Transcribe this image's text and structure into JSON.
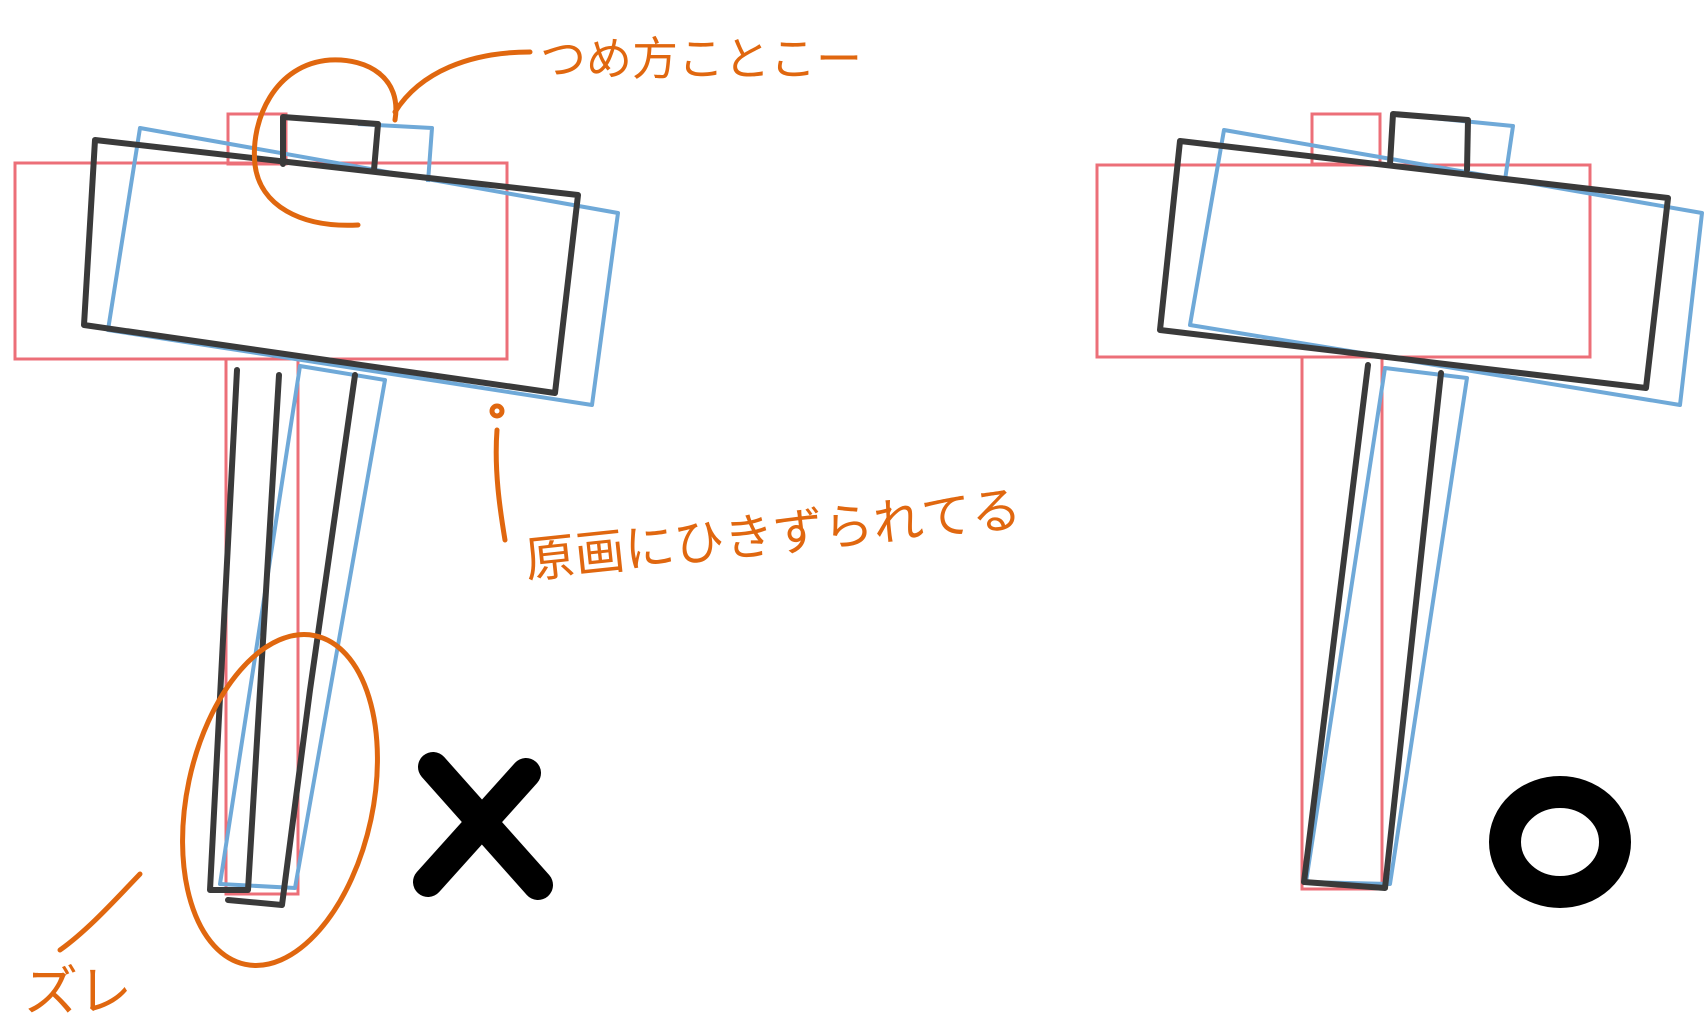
{
  "annotations": {
    "top_note": "つめ方ことこー",
    "side_note": "原画にひきずられてる",
    "bottom_note": "ズレ"
  },
  "verdicts": {
    "left": "wrong-mark",
    "right": "correct-mark"
  },
  "colors": {
    "annotation": "#e0670f",
    "reference_red": "#ec6f78",
    "reference_blue": "#6fa9d8",
    "drawing_dark": "#3a3a3a",
    "verdict_black": "#000000"
  }
}
